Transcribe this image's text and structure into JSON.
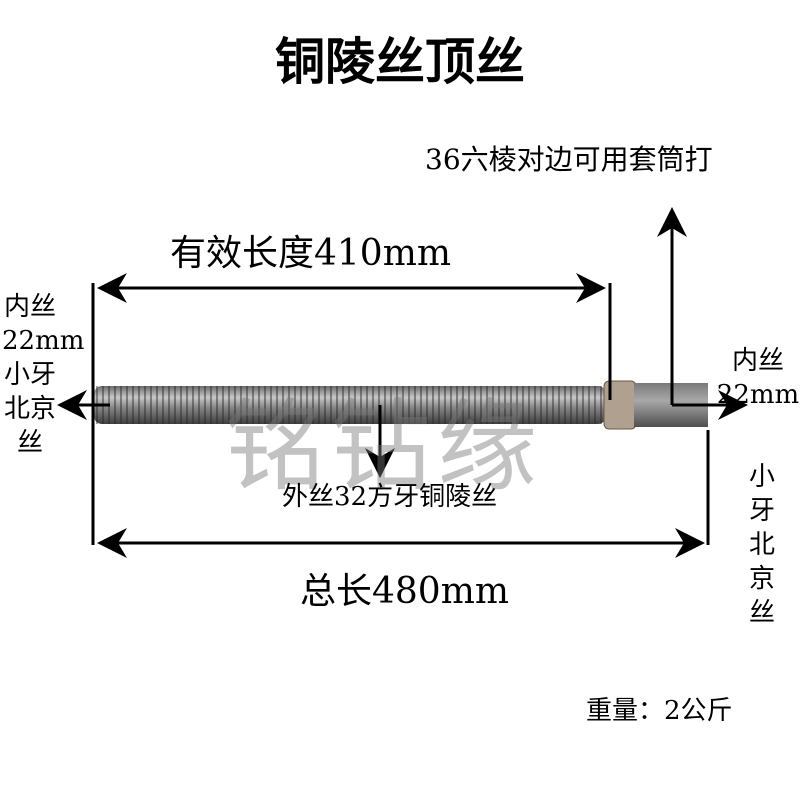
{
  "title": "铜陵丝顶丝",
  "hex_note": "36六棱对边可用套筒打",
  "effective_length": "有效长度410mm",
  "total_length": "总长480mm",
  "outer_thread": "外丝32方牙铜陵丝",
  "left_label": [
    "内丝",
    "22mm",
    "小牙",
    "北京",
    "丝"
  ],
  "right_label": [
    "内丝",
    "22mm"
  ],
  "right_label_2": [
    "小牙",
    "北京",
    "丝"
  ],
  "weight": "重量：2公斤",
  "watermark": "铭钻缘"
}
